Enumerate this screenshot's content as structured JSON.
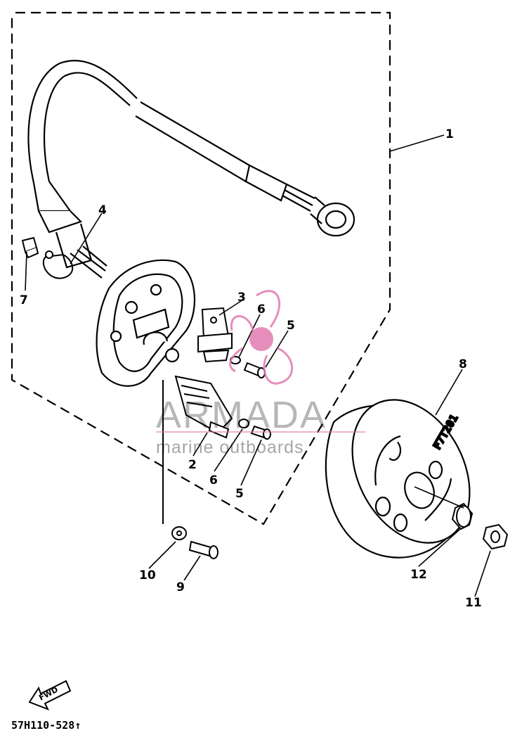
{
  "diagram": {
    "reference_code": "57H110-528↑",
    "direction_label": "FWD",
    "callouts": [
      "1",
      "2",
      "3",
      "4",
      "5",
      "5",
      "6",
      "6",
      "7",
      "8",
      "9",
      "10",
      "11",
      "12"
    ]
  },
  "watermark": {
    "brand": "ARMADA",
    "tagline": "marine outboards",
    "accent_color": "#e27bb0"
  },
  "parts": [
    {
      "id": "1",
      "name": "stator-assembly"
    },
    {
      "id": "2",
      "name": "pulser-coil"
    },
    {
      "id": "3",
      "name": "charge-coil"
    },
    {
      "id": "4",
      "name": "clamp"
    },
    {
      "id": "5",
      "name": "screw"
    },
    {
      "id": "6",
      "name": "washer"
    },
    {
      "id": "7",
      "name": "cap"
    },
    {
      "id": "8",
      "name": "flywheel-rotor"
    },
    {
      "id": "9",
      "name": "bolt"
    },
    {
      "id": "10",
      "name": "washer"
    },
    {
      "id": "11",
      "name": "nut"
    },
    {
      "id": "12",
      "name": "washer"
    }
  ]
}
